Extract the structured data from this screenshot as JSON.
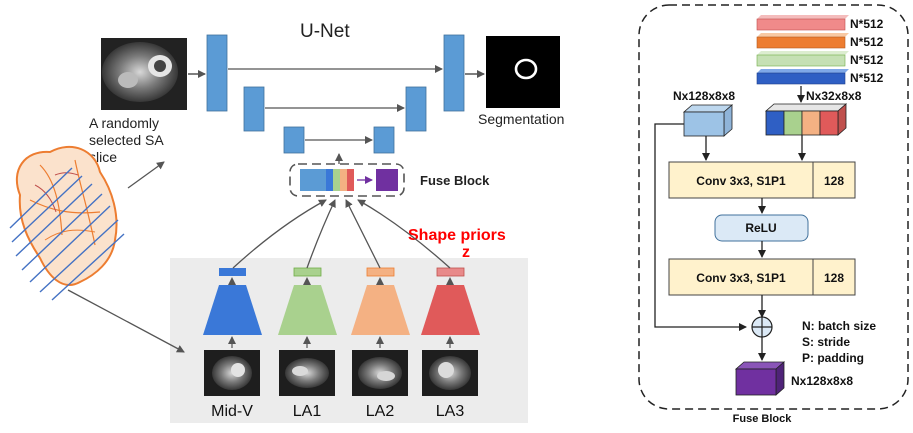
{
  "colors": {
    "unet_block": "#5b9bd5",
    "encoder_blue": "#3a78d8",
    "encoder_green": "#a9d18e",
    "encoder_orange": "#f4b183",
    "encoder_red": "#e05a5a",
    "shape_priors_text": "#ff0000",
    "conv_box": "#fff2cc",
    "relu_box": "#dbe9f6",
    "fuse_output": "#7030a0",
    "panel_gray": "#ececec"
  },
  "left": {
    "unet_title": "U-Net",
    "input_caption_lines": [
      "A randomly",
      "selected SA",
      "slice"
    ],
    "segmentation_label": "Segmentation",
    "fuse_block_label": "Fuse Block",
    "shape_priors_label": "Shape priors",
    "shape_priors_symbol": "z",
    "views": [
      "Mid-V",
      "LA1",
      "LA2",
      "LA3"
    ]
  },
  "right": {
    "stack_labels": [
      "N*512",
      "N*512",
      "N*512",
      "N*512"
    ],
    "input_label": "Nx128x8x8",
    "prior_label": "Nx32x8x8",
    "conv1_label": "Conv 3x3, S1P1",
    "conv1_channels": "128",
    "relu_label": "ReLU",
    "conv2_label": "Conv 3x3, S1P1",
    "conv2_channels": "128",
    "legend": [
      "N: batch size",
      "S: stride",
      "P: padding"
    ],
    "output_label": "Nx128x8x8",
    "caption": "Fuse Block"
  }
}
